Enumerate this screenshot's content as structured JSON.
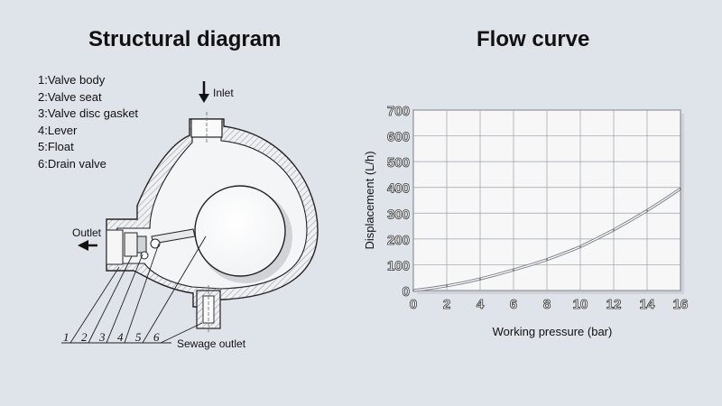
{
  "structural": {
    "title": "Structural diagram",
    "legend": [
      "1:Valve body",
      "2:Valve seat",
      "3:Valve disc gasket",
      "4:Lever",
      "5:Float",
      "6:Drain valve"
    ],
    "inlet_label": "Inlet",
    "outlet_label": "Outlet",
    "sewage_label": "Sewage outlet",
    "callouts": [
      "1",
      "2",
      "3",
      "4",
      "5",
      "6"
    ]
  },
  "flow": {
    "title": "Flow curve"
  },
  "chart_data": {
    "type": "line",
    "title": "Flow curve",
    "xlabel": "Working pressure (bar)",
    "ylabel": "Displacement (L/h)",
    "xlim": [
      0,
      16
    ],
    "ylim": [
      0,
      700
    ],
    "xticks": [
      "0",
      "2",
      "4",
      "6",
      "8",
      "10",
      "12",
      "14",
      "16"
    ],
    "yticks": [
      "0",
      "100",
      "200",
      "300",
      "400",
      "500",
      "600",
      "700"
    ],
    "grid": true,
    "series": [
      {
        "x": [
          0,
          2,
          4,
          6,
          8,
          10,
          12,
          14,
          16
        ],
        "y": [
          0,
          18,
          45,
          80,
          120,
          170,
          235,
          310,
          395
        ]
      }
    ]
  }
}
